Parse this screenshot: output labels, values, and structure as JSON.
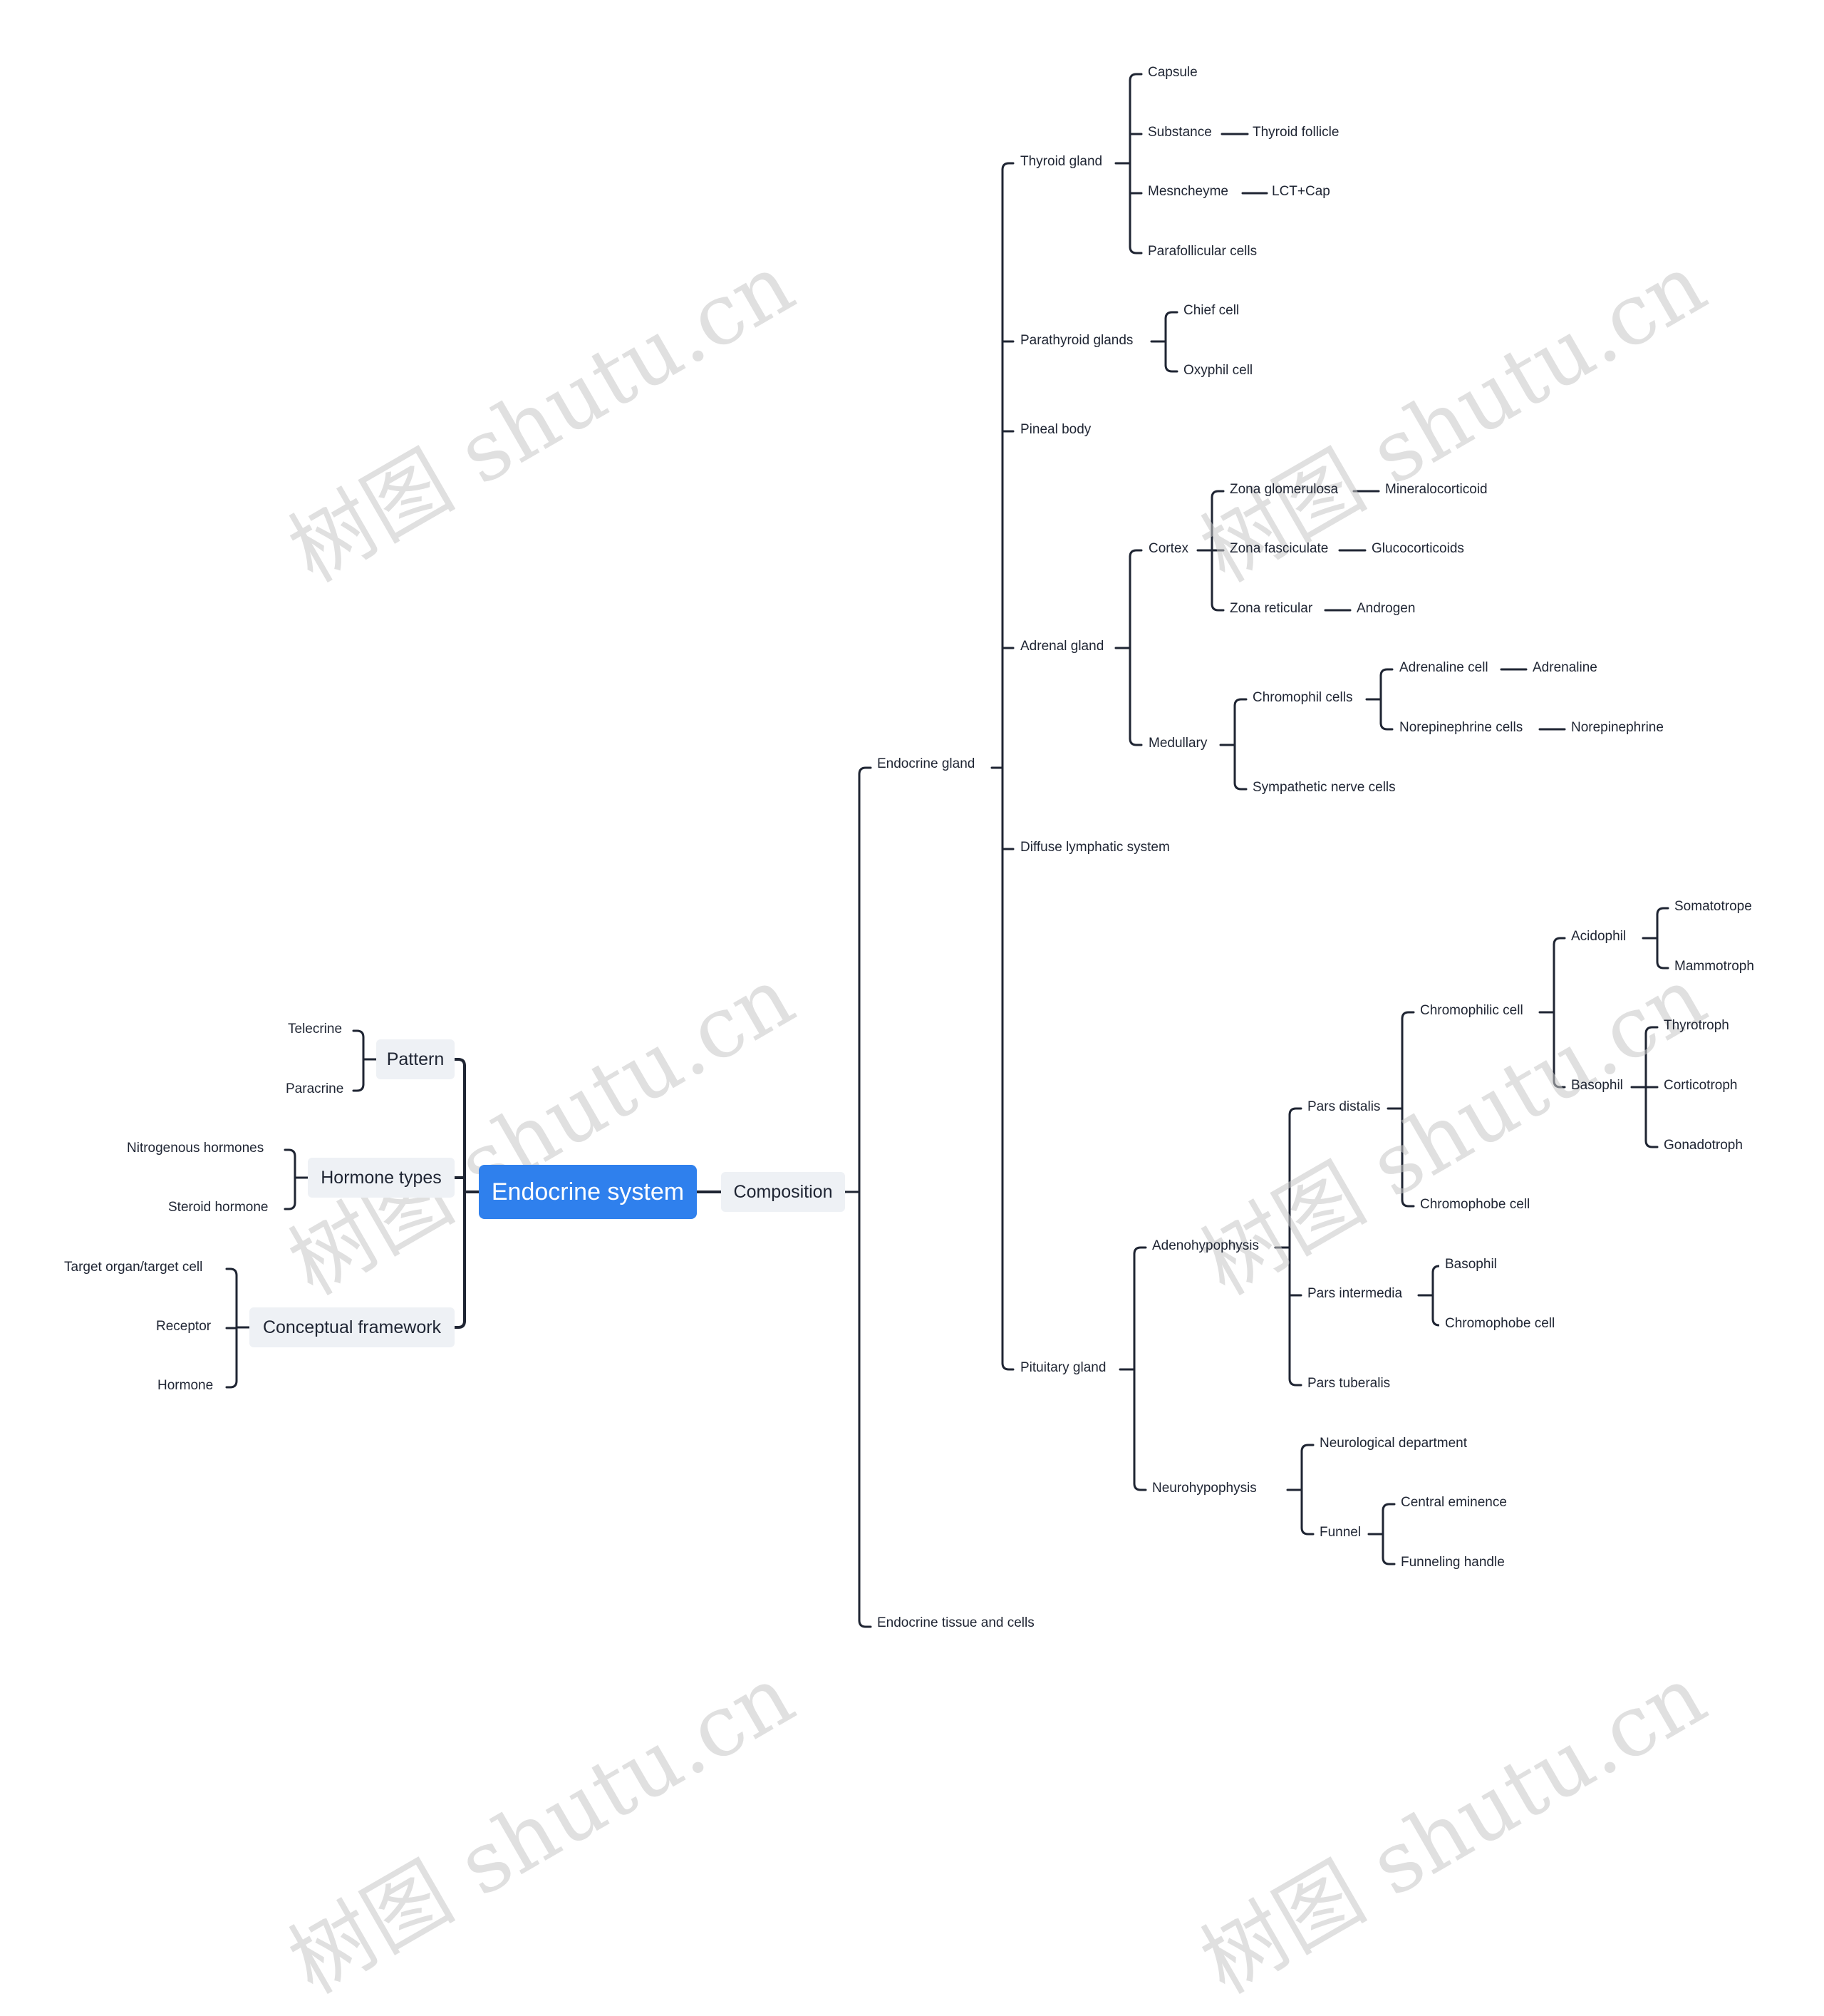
{
  "watermark": "树图 shutu.cn",
  "colors": {
    "root_bg": "#2f80ed",
    "root_text": "#ffffff",
    "branch_bg": "#eef1f5",
    "line": "#1f2533",
    "text": "#1f2533"
  },
  "root": "Endocrine system",
  "left": {
    "pattern": {
      "label": "Pattern",
      "items": [
        "Telecrine",
        "Paracrine"
      ]
    },
    "hormone_types": {
      "label": "Hormone types",
      "items": [
        "Nitrogenous hormones",
        "Steroid hormone"
      ]
    },
    "conceptual": {
      "label": "Conceptual framework",
      "items": [
        "Target organ/target cell",
        "Receptor",
        "Hormone"
      ]
    }
  },
  "composition": {
    "label": "Composition",
    "endocrine_gland": {
      "label": "Endocrine gland",
      "thyroid": {
        "label": "Thyroid gland",
        "capsule": "Capsule",
        "substance": "Substance",
        "thyroid_follicle": "Thyroid follicle",
        "mesncheyme": "Mesncheyme",
        "lct_cap": "LCT+Cap",
        "parafollicular": "Parafollicular cells"
      },
      "parathyroid": {
        "label": "Parathyroid glands",
        "chief": "Chief cell",
        "oxyphil": "Oxyphil cell"
      },
      "pineal": "Pineal body",
      "adrenal": {
        "label": "Adrenal gland",
        "cortex": "Cortex",
        "zona_glomerulosa": "Zona glomerulosa",
        "mineralocorticoid": "Mineralocorticoid",
        "zona_fasciculate": "Zona fasciculate",
        "glucocorticoids": "Glucocorticoids",
        "zona_reticular": "Zona reticular",
        "androgen": "Androgen",
        "medullary": "Medullary",
        "chromophil_cells": "Chromophil cells",
        "adrenaline_cell": "Adrenaline cell",
        "adrenaline": "Adrenaline",
        "norepinephrine_cells": "Norepinephrine cells",
        "norepinephrine": "Norepinephrine",
        "sympathetic": "Sympathetic nerve cells"
      },
      "diffuse": "Diffuse lymphatic system",
      "pituitary": {
        "label": "Pituitary gland",
        "adenohypophysis": "Adenohypophysis",
        "pars_distalis": "Pars distalis",
        "chromophilic_cell": "Chromophilic cell",
        "acidophil": "Acidophil",
        "somatotrope": "Somatotrope",
        "mammotroph": "Mammotroph",
        "basophil": "Basophil",
        "thyrotroph": "Thyrotroph",
        "corticotroph": "Corticotroph",
        "gonadotroph": "Gonadotroph",
        "chromophobe_cell": "Chromophobe cell",
        "pars_intermedia": "Pars intermedia",
        "pi_basophil": "Basophil",
        "pi_chromophobe": "Chromophobe cell",
        "pars_tuberalis": "Pars tuberalis",
        "neurohypophysis": "Neurohypophysis",
        "neurological": "Neurological department",
        "funnel": "Funnel",
        "central_eminence": "Central eminence",
        "funneling_handle": "Funneling handle"
      }
    },
    "tissue_cells": "Endocrine tissue and cells"
  }
}
